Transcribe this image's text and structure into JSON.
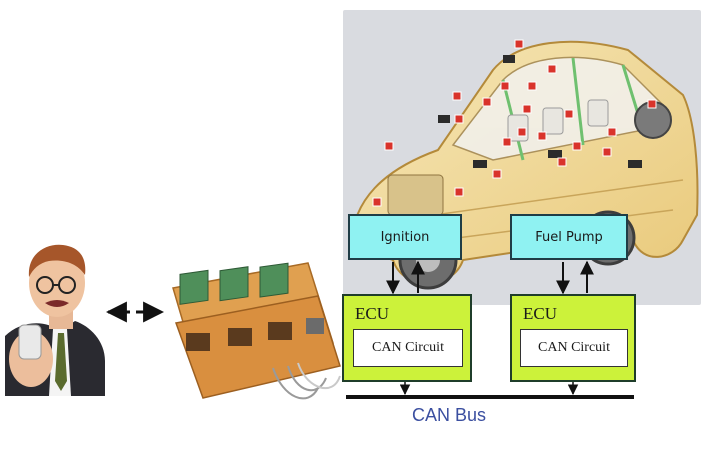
{
  "diagram": {
    "ignition_label": "Ignition",
    "fuel_pump_label": "Fuel Pump",
    "ecu_left": {
      "label": "ECU",
      "circuit_label": "CAN Circuit"
    },
    "ecu_right": {
      "label": "ECU",
      "circuit_label": "CAN Circuit"
    },
    "bus_label": "CAN Bus"
  },
  "images": {
    "person": "man-on-phone-photo",
    "device": "circuit-board-photo",
    "vehicle": "car-cutaway-illustration"
  },
  "colors": {
    "box_cyan": "#8ff2f2",
    "box_green": "#ccf23a",
    "bus_text": "#3b4fa0",
    "sensor_red": "#d9332b"
  }
}
